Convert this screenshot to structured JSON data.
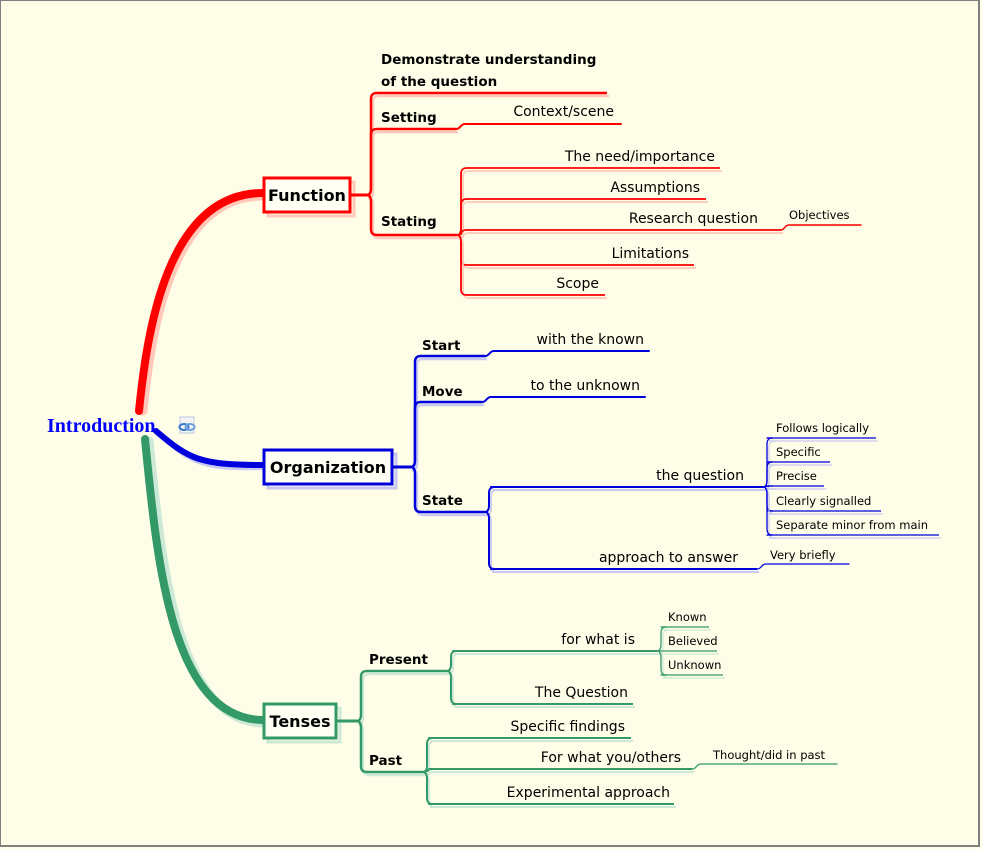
{
  "root": {
    "label": "Introduction",
    "color": "#0000ff",
    "icon": "link-icon"
  },
  "branches": [
    {
      "label": "Function",
      "color": "#ff0000",
      "shadow": "#ffc8b8",
      "children": [
        {
          "label": "Demonstrate understanding of the question",
          "lines": [
            "Demonstrate understanding",
            "of the question"
          ],
          "children": []
        },
        {
          "label": "Setting",
          "children": [
            {
              "label": "Context/scene",
              "children": []
            }
          ]
        },
        {
          "label": "Stating",
          "children": [
            {
              "label": "The need/importance",
              "children": []
            },
            {
              "label": "Assumptions",
              "children": []
            },
            {
              "label": "Research question",
              "children": [
                {
                  "label": "Objectives"
                }
              ]
            },
            {
              "label": "Limitations",
              "children": []
            },
            {
              "label": "Scope",
              "children": []
            }
          ]
        }
      ]
    },
    {
      "label": "Organization",
      "color": "#0000dd",
      "shadow": "#c8c8f0",
      "children": [
        {
          "label": "Start",
          "children": [
            {
              "label": "with the known",
              "children": []
            }
          ]
        },
        {
          "label": "Move",
          "children": [
            {
              "label": "to the unknown",
              "children": []
            }
          ]
        },
        {
          "label": "State",
          "children": [
            {
              "label": "the question",
              "children": [
                {
                  "label": "Follows logically"
                },
                {
                  "label": "Specific"
                },
                {
                  "label": "Precise"
                },
                {
                  "label": "Clearly signalled"
                },
                {
                  "label": "Separate minor from main"
                }
              ]
            },
            {
              "label": "approach to answer",
              "children": [
                {
                  "label": "Very briefly"
                }
              ]
            }
          ]
        }
      ]
    },
    {
      "label": "Tenses",
      "color": "#339966",
      "shadow": "#cce8d6",
      "children": [
        {
          "label": "Present",
          "children": [
            {
              "label": "for what is",
              "children": [
                {
                  "label": "Known"
                },
                {
                  "label": "Believed"
                },
                {
                  "label": "Unknown"
                }
              ]
            },
            {
              "label": "The Question",
              "children": []
            }
          ]
        },
        {
          "label": "Past",
          "children": [
            {
              "label": "Specific findings",
              "children": []
            },
            {
              "label": "For what you/others",
              "children": [
                {
                  "label": "Thought/did in past"
                }
              ]
            },
            {
              "label": "Experimental approach",
              "children": []
            }
          ]
        }
      ]
    }
  ]
}
